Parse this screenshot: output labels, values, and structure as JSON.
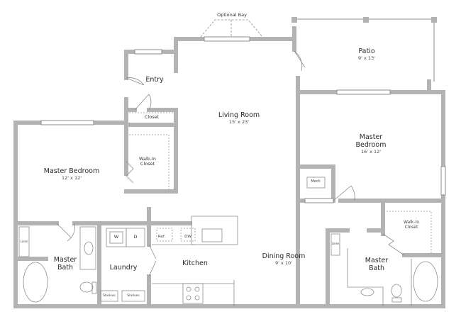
{
  "plan": {
    "wall_color": "#b3b3b3",
    "line_color": "#8c8c8c",
    "rooms": [
      {
        "id": "optional-bay",
        "name": "Optional Bay",
        "dims": ""
      },
      {
        "id": "patio",
        "name": "Patio",
        "dims": "9' x 13'"
      },
      {
        "id": "entry",
        "name": "Entry",
        "dims": ""
      },
      {
        "id": "entry-closet",
        "name": "Closet",
        "dims": ""
      },
      {
        "id": "living-room",
        "name": "Living Room",
        "dims": "15' x 23'"
      },
      {
        "id": "master-bedroom-left",
        "name": "Master Bedroom",
        "dims": "12' x 12'"
      },
      {
        "id": "walk-in-closet-left",
        "name": "Walk-In Closet",
        "dims": ""
      },
      {
        "id": "master-bedroom-right",
        "name_line1": "Master",
        "name_line2": "Bedroom",
        "dims": "16' x 12'"
      },
      {
        "id": "mech",
        "name": "Mech",
        "dims": ""
      },
      {
        "id": "master-bath-left",
        "name_line1": "Master",
        "name_line2": "Bath"
      },
      {
        "id": "laundry",
        "name": "Laundry"
      },
      {
        "id": "kitchen",
        "name": "Kitchen"
      },
      {
        "id": "dining-room",
        "name": "Dining Room",
        "dims": "9' x 10'"
      },
      {
        "id": "walk-in-closet-right",
        "name_line1": "Walk-In",
        "name_line2": "Closet"
      },
      {
        "id": "master-bath-right",
        "name_line1": "Master",
        "name_line2": "Bath"
      }
    ],
    "fixtures": {
      "washer": "W",
      "dryer": "D",
      "refrigerator": "Ref.",
      "dishwasher": "DW",
      "shelves_1": "Shelves",
      "shelves_2": "Shelves",
      "linen_left": "Linen",
      "linen_right": "Linen",
      "mech": "Mech"
    },
    "labels": {
      "walk_in_left_1": "Walk-In",
      "walk_in_left_2": "Closet"
    }
  }
}
